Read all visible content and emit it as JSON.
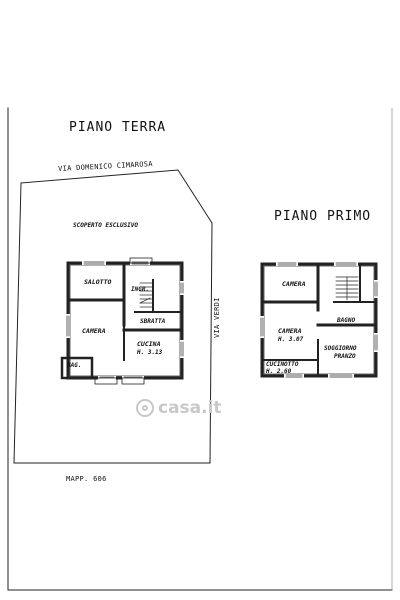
{
  "ground_floor": {
    "title": "PIANO TERRA",
    "rooms": {
      "outdoor_area": "SCOPERTO ESCLUSIVO",
      "salotto": "SALOTTO",
      "ingresso": "INGR.",
      "camera": "CAMERA",
      "sbratta": "SBRATTA",
      "cucina": "CUCINA",
      "cucina_height": "H. 3.13",
      "magazzino": "MAG."
    }
  },
  "first_floor": {
    "title": "PIANO PRIMO",
    "rooms": {
      "camera_top": "CAMERA",
      "camera_main": "CAMERA",
      "camera_main_height": "H. 3.07",
      "bagno": "BAGNO",
      "soggiorno_1": "SOGGIORNO",
      "soggiorno_2": "PRANZO",
      "cucinotto": "CUCINOTTO",
      "cucinotto_height": "H. 2.60"
    }
  },
  "streets": {
    "north": "VIA DOMENICO CIMAROSA",
    "east": "VIA VERDI"
  },
  "cadastral_ref": "MAPP. 606",
  "watermark": "casa.it"
}
